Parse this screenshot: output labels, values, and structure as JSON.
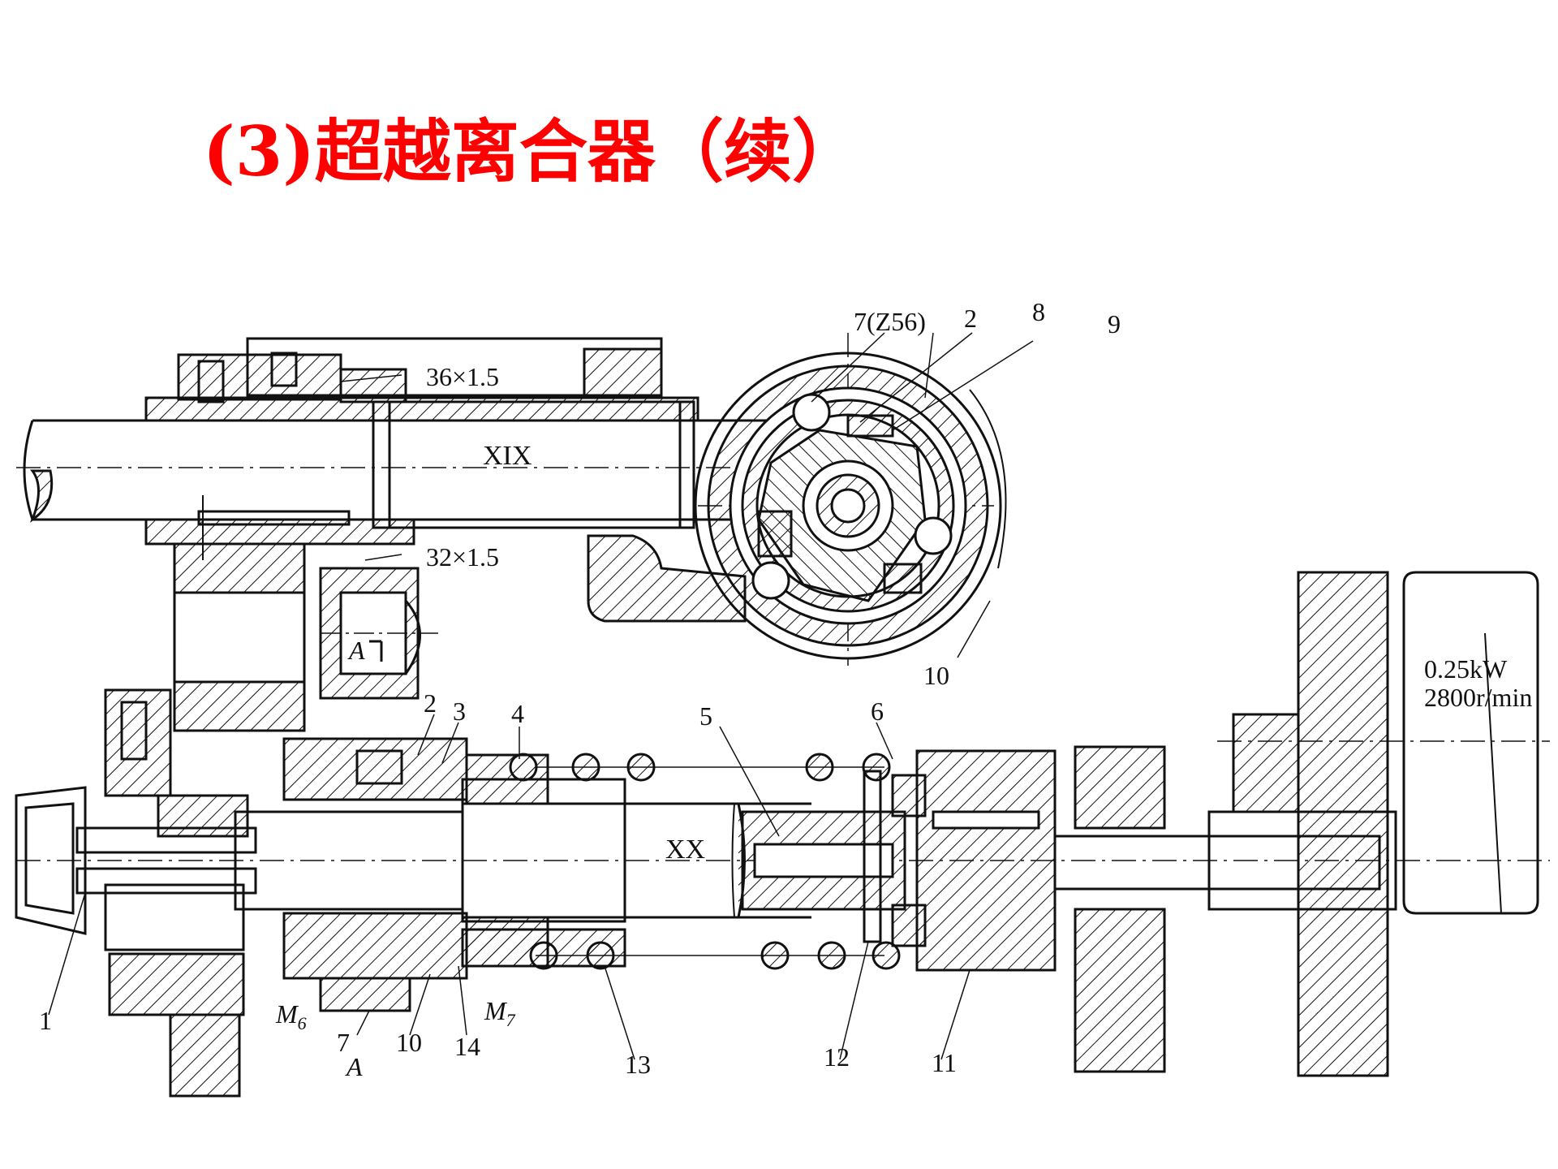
{
  "slide": {
    "title": "(3)超越离合器（续）"
  },
  "drawing": {
    "shaft_labels": {
      "upper_shaft": "XIX",
      "lower_shaft": "XX"
    },
    "thread_labels": {
      "upper": "36×1.5",
      "lower": "32×1.5"
    },
    "motor_spec": {
      "power": "0.25kW",
      "speed": "2800r/min"
    },
    "section_view_labels": {
      "gear": "7(Z56)",
      "roller": "2",
      "pin": "8",
      "spring": "9",
      "star_wheel": "10"
    },
    "part_numbers": {
      "p1": "1",
      "p2": "2",
      "p3": "3",
      "p4": "4",
      "p5": "5",
      "p6": "6",
      "p7": "7",
      "p10": "10",
      "p11": "11",
      "p12": "12",
      "p13": "13",
      "p14": "14"
    },
    "clutch_labels": {
      "m6_letter": "M",
      "m6_sub": "6",
      "m7_letter": "M",
      "m7_sub": "7"
    },
    "section_marks": {
      "upper": "A",
      "lower": "A"
    },
    "colors": {
      "title": "#ff0000",
      "ink": "#111111"
    }
  }
}
